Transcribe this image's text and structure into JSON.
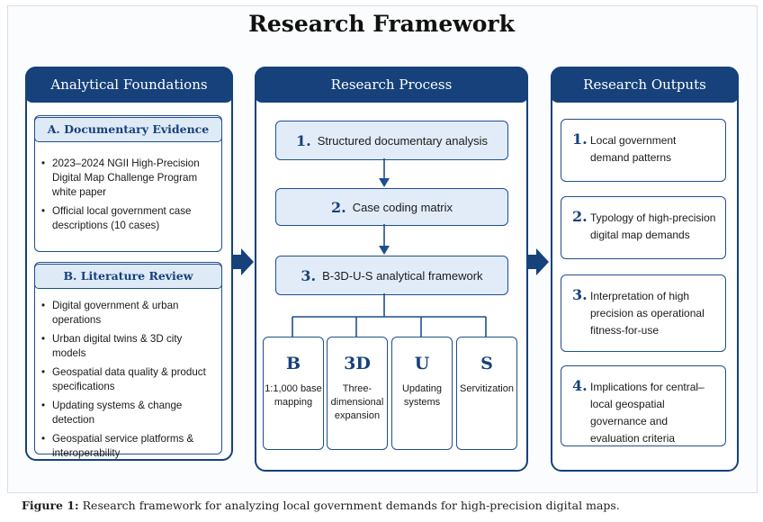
{
  "title": "Research Framework",
  "left_panel": {
    "header": "Analytical Foundations",
    "section_a": {
      "heading": "A. Documentary Evidence",
      "items": [
        "2023–2024 NGII High-Precision Digital Map Challenge Program white paper",
        "Official local government case descriptions (10 cases)"
      ]
    },
    "section_b": {
      "heading": "B. Literature Review",
      "items": [
        "Digital government & urban operations",
        "Urban digital twins & 3D city models",
        "Geospatial data quality & product specifications",
        "Updating systems & change detection",
        "Geospatial service platforms & interoperability"
      ]
    }
  },
  "middle_panel": {
    "header": "Research Process",
    "steps": [
      {
        "num": "1.",
        "label": "Structured documentary analysis"
      },
      {
        "num": "2.",
        "label": "Case coding matrix"
      },
      {
        "num": "3.",
        "label": "B-3D-U-S analytical framework"
      }
    ],
    "components": [
      {
        "letter": "B",
        "desc": "1:1,000 base mapping"
      },
      {
        "letter": "3D",
        "desc": "Three-dimensional expansion"
      },
      {
        "letter": "U",
        "desc": "Updating systems"
      },
      {
        "letter": "S",
        "desc": "Servitization"
      }
    ]
  },
  "right_panel": {
    "header": "Research Outputs",
    "outputs": [
      {
        "num": "1.",
        "label": "Local government demand patterns"
      },
      {
        "num": "2.",
        "label": "Typology of high-precision digital map demands"
      },
      {
        "num": "3.",
        "label": "Interpretation of high precision as operational fitness-for-use"
      },
      {
        "num": "4.",
        "label": "Implications for central–local geospatial governance and evaluation criteria"
      }
    ]
  },
  "caption": {
    "label": "Figure 1:",
    "text": " Research framework for analyzing local government demands for high-precision digital maps."
  },
  "colors": {
    "primary": "#16417a",
    "step_fill": "#e2ecf8",
    "arrow": "#16417a"
  }
}
